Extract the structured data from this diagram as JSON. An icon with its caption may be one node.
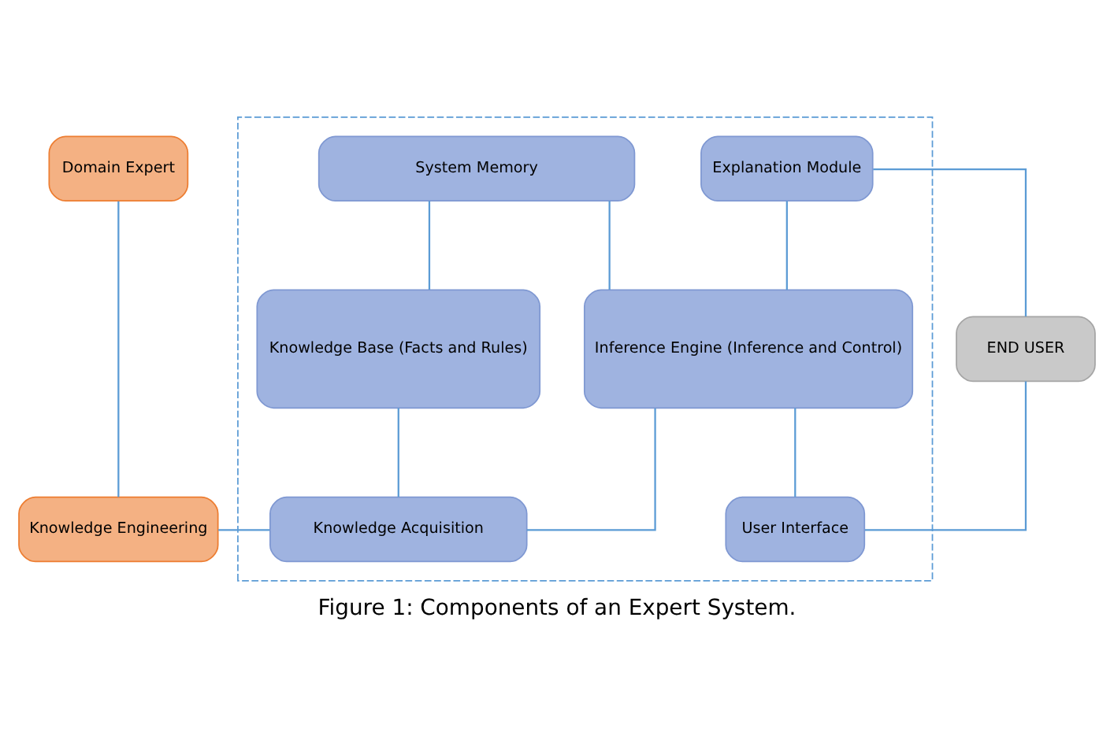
{
  "diagram": {
    "caption": "Figure 1: Components of an Expert System.",
    "nodes": [
      {
        "text": [
          "Domain Expert"
        ]
      },
      {
        "text": [],
        "shape": "box"
      },
      {
        "text": [
          "System Memory"
        ],
        "in": 1
      },
      {
        "text": [
          "Explanation Module"
        ],
        "in": 1
      },
      {
        "text": [
          "Knowledge Base (Facts and Rules)"
        ],
        "in": 1
      },
      {
        "text": [
          "Inference Engine (Inference and Control)"
        ],
        "in": 1
      },
      {
        "text": [
          "END USER"
        ]
      },
      {
        "text": [
          "Knowledge Engineering"
        ]
      },
      {
        "text": [
          "Knowledge Acquisition"
        ],
        "in": 1
      },
      {
        "text": [
          "User Interface"
        ],
        "in": 1
      }
    ],
    "edges": [
      {
        "from": 0,
        "to": 7,
        "arrow": "none"
      },
      {
        "from": 2,
        "to": 4,
        "arrow": "none"
      },
      {
        "from": 2,
        "to": 5,
        "arrow": "none"
      },
      {
        "from": 5,
        "to": 3,
        "arrow": "none"
      },
      {
        "from": 3,
        "to": 6,
        "arrow": "none"
      },
      {
        "from": 4,
        "to": 8,
        "arrow": "none"
      },
      {
        "from": 5,
        "to": 8,
        "arrow": "none"
      },
      {
        "from": 5,
        "to": 9,
        "arrow": "none"
      },
      {
        "from": 9,
        "to": 6,
        "arrow": "none"
      },
      {
        "from": 7,
        "to": 8,
        "arrow": "none"
      }
    ]
  }
}
